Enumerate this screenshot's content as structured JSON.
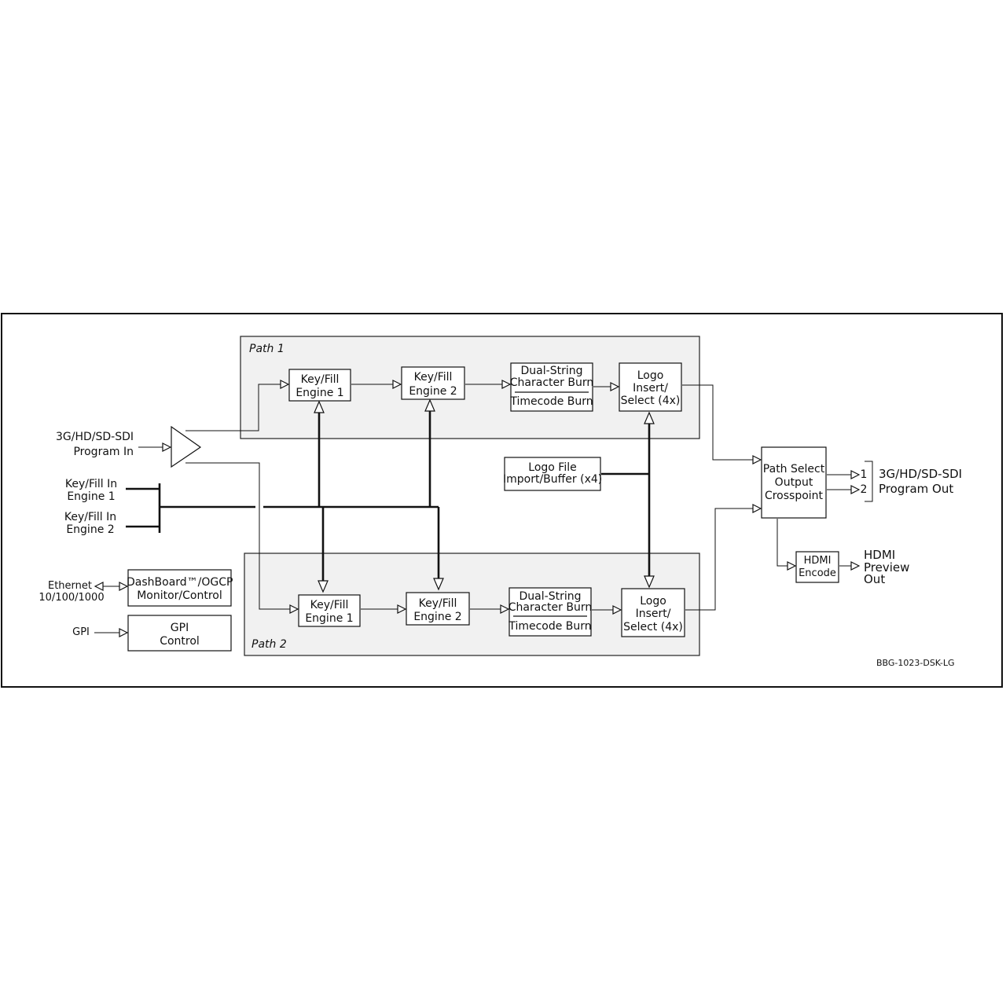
{
  "path1": {
    "label": "Path 1"
  },
  "path2": {
    "label": "Path 2"
  },
  "input": {
    "line1": "3G/HD/SD-SDI",
    "line2": "Program In"
  },
  "keyfill_in_1": {
    "line1": "Key/Fill In",
    "line2": "Engine 1"
  },
  "keyfill_in_2": {
    "line1": "Key/Fill In",
    "line2": "Engine 2"
  },
  "ethernet": {
    "line1": "Ethernet",
    "line2": "10/100/1000"
  },
  "gpi_in": {
    "label": "GPI"
  },
  "blocks": {
    "p1_engine1": {
      "line1": "Key/Fill",
      "line2": "Engine 1"
    },
    "p1_engine2": {
      "line1": "Key/Fill",
      "line2": "Engine 2"
    },
    "p1_charburn": {
      "line1": "Dual-String",
      "line2": "Character Burn",
      "line3": "Timecode Burn"
    },
    "p1_logo": {
      "line1": "Logo",
      "line2": "Insert/",
      "line3": "Select (4x)"
    },
    "p2_engine1": {
      "line1": "Key/Fill",
      "line2": "Engine 1"
    },
    "p2_engine2": {
      "line1": "Key/Fill",
      "line2": "Engine 2"
    },
    "p2_charburn": {
      "line1": "Dual-String",
      "line2": "Character Burn",
      "line3": "Timecode Burn"
    },
    "p2_logo": {
      "line1": "Logo",
      "line2": "Insert/",
      "line3": "Select (4x)"
    },
    "logo_file": {
      "line1": "Logo File",
      "line2": "Import/Buffer (x4)"
    },
    "dashboard": {
      "line1": "DashBoard™/OGCP",
      "line2": "Monitor/Control"
    },
    "gpi_control": {
      "line1": "GPI",
      "line2": "Control"
    },
    "path_select": {
      "line1": "Path Select",
      "line2": "Output",
      "line3": "Crosspoint"
    },
    "hdmi_encode": {
      "line1": "HDMI",
      "line2": "Encode"
    }
  },
  "outputs": {
    "port1": "1",
    "port2": "2",
    "sdi_line1": "3G/HD/SD-SDI",
    "sdi_line2": "Program Out",
    "hdmi_line1": "HDMI",
    "hdmi_line2": "Preview",
    "hdmi_line3": "Out"
  },
  "part_number": "BBG-1023-DSK-LG"
}
